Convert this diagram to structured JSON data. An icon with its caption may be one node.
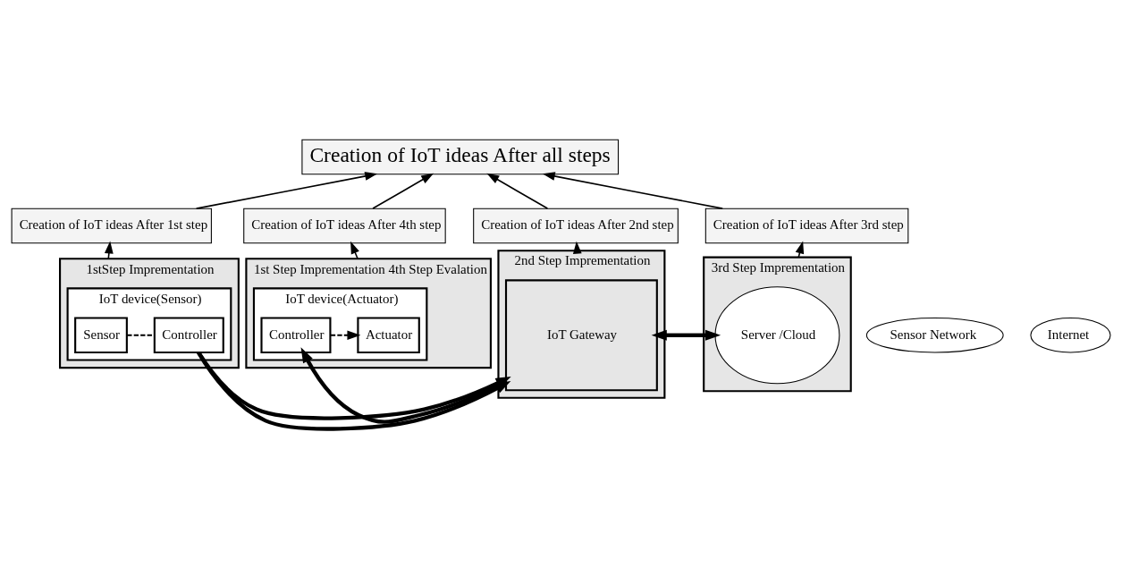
{
  "diagram": {
    "nodes": [
      {
        "text": [
          "Creation of IoT ideas After all steps"
        ]
      },
      {
        "text": [
          "Creation of IoT ideas After 1st step"
        ]
      },
      {
        "text": [
          "Creation of IoT ideas After 4th step"
        ]
      },
      {
        "text": [
          "Creation of IoT ideas After 2nd step"
        ]
      },
      {
        "text": [
          "Creation of IoT ideas After 3rd step"
        ]
      },
      {
        "text": [
          "1stStep Imprementation"
        ]
      },
      {
        "text": [
          "IoT device(Sensor)"
        ],
        "in": 5
      },
      {
        "text": [
          "Sensor"
        ],
        "in": 6
      },
      {
        "text": [
          "Controller"
        ],
        "in": 6
      },
      {
        "text": [
          "1st Step Imprementation 4th Step Evalation"
        ]
      },
      {
        "text": [
          "IoT device(Actuator)"
        ],
        "in": 9
      },
      {
        "text": [
          "Actuator"
        ],
        "in": 10
      },
      {
        "text": [
          "Controller"
        ],
        "in": 10
      },
      {
        "text": [
          "Sensor Network"
        ]
      },
      {
        "text": [
          "2nd Step Imprementation"
        ]
      },
      {
        "text": [
          "IoT Gateway"
        ],
        "in": 14
      },
      {
        "text": [
          "Internet"
        ]
      },
      {
        "text": [
          "3rd Step Imprementation"
        ]
      },
      {
        "text": [
          "Server /Cloud"
        ],
        "in": 17
      }
    ],
    "edges": [
      {
        "from": 5,
        "to": 1,
        "arrow": "to"
      },
      {
        "from": 9,
        "to": 2,
        "arrow": "to"
      },
      {
        "from": 14,
        "to": 3,
        "arrow": "to"
      },
      {
        "from": 17,
        "to": 4,
        "arrow": "to"
      },
      {
        "from": 2,
        "to": 0,
        "arrow": "to"
      },
      {
        "from": 1,
        "to": 0,
        "arrow": "to"
      },
      {
        "from": 3,
        "to": 0,
        "arrow": "to"
      },
      {
        "from": 4,
        "to": 0,
        "arrow": "to"
      },
      {
        "from": 7,
        "to": 8,
        "arrow": "none",
        "style": "dashed"
      },
      {
        "from": 8,
        "to": 15,
        "arrow": "to",
        "style": "thick"
      },
      {
        "from": 15,
        "to": 18,
        "arrow": "to",
        "style": "thick"
      },
      {
        "from": 18,
        "to": 15,
        "arrow": "to",
        "style": "thick"
      },
      {
        "from": 15,
        "to": 12,
        "arrow": "to",
        "style": "thick"
      },
      {
        "from": 12,
        "to": 11,
        "arrow": "to",
        "style": "dashed"
      }
    ]
  }
}
